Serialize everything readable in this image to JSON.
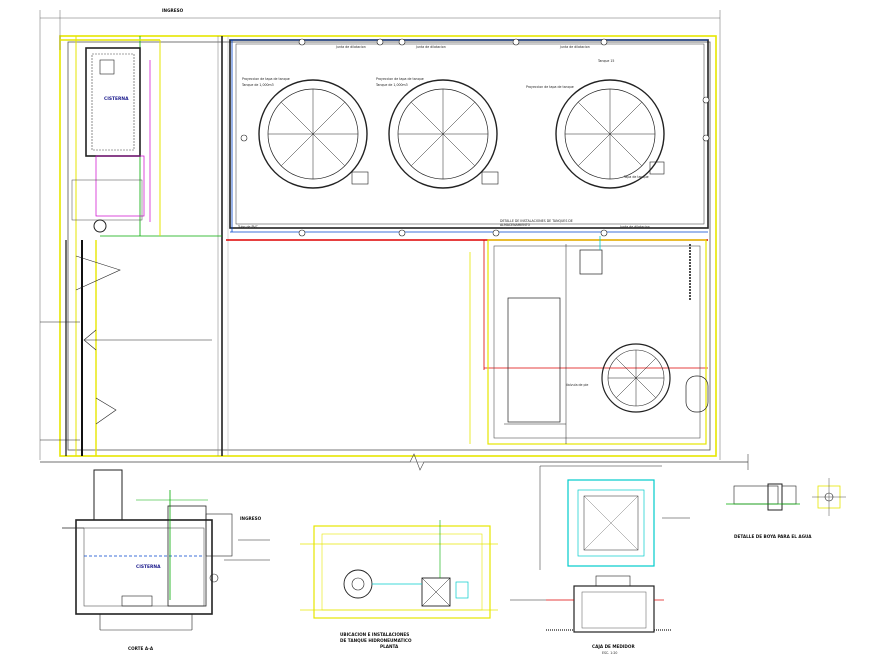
{
  "labels": {
    "title_top_left": "INGRESO",
    "title_top_center": "INGRESO",
    "cisterna": "CISTERNA",
    "cisterna_detail": "CISTERNA",
    "corte_label": "CORTE A-A",
    "ubicacion_title_1": "UBICACION E INSTALACIONES",
    "ubicacion_title_2": "DE TANQUE HIDRONEUMATICO",
    "ubicacion_title_3": "PLANTA",
    "detalle_boya": "DETALLE DE BOYA PARA EL AGUA",
    "caja_title": "CAJA DE MEDIDOR",
    "caja_sub": "ESC. 1:20",
    "section_title_1": "DETALLE DE INSTALACIONES DE TANQUES DE",
    "section_title_2": "ALMACENAMIENTO",
    "tanque_1": "Tanque de 1,000m3",
    "tanque_2": "Tanque de 1,000m3",
    "tanque_3": "Tanque 15",
    "tank_note_1": "Proyeccion de tapa de tanque",
    "tank_note_2": "Proyeccion de tapa de tanque",
    "tank_note_3": "Proyeccion de tapa de tanque",
    "tank_small_note": "Tapa de tanque",
    "nota_valvula": "Valvula de pie",
    "junta_1": "Junta de dilatacion",
    "junta_2": "Junta de dilatacion",
    "junta_3": "Junta de dilatacion",
    "junta_4": "Junta de dilatacion",
    "tubo_pvc": "Tubo de PVC"
  },
  "colors": {
    "structure": "#333333",
    "yellow_wall": "#e6e600",
    "red_pipe": "#dd0000",
    "blue_pipe": "#0044cc",
    "green_pipe": "#00aa00",
    "cyan_pipe": "#00cccc",
    "magenta_line": "#cc00cc"
  }
}
